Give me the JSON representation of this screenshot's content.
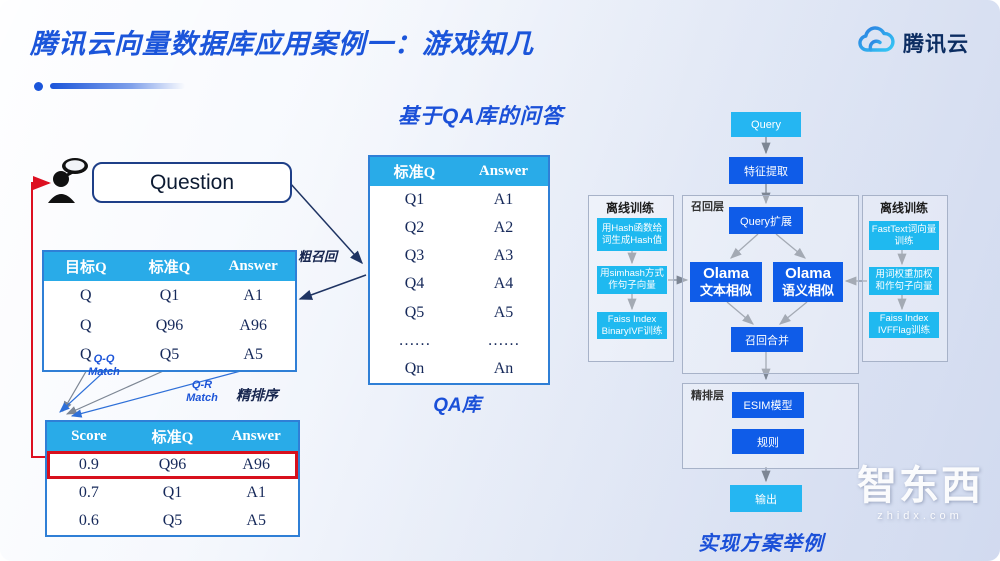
{
  "colors": {
    "accent_blue": "#1b55da",
    "table_header_cyan": "#29abe8",
    "node_blue": "#0f5ce8",
    "node_cyan": "#25b6f2",
    "highlight_red": "#d8101d"
  },
  "header": {
    "title": "腾讯云向量数据库应用案例一：游戏知几",
    "logo_text": "腾讯云"
  },
  "diagram": {
    "heading": "基于QA库的问答",
    "question_label": "Question",
    "coarse_recall_label": "粗召回",
    "qq_match_label": "Q-Q Match",
    "qr_match_label": "Q-R Match",
    "fine_rank_label": "精排序",
    "qa_caption": "QA库",
    "qa_table": {
      "headers": [
        "标准Q",
        "Answer"
      ],
      "rows": [
        [
          "Q1",
          "A1"
        ],
        [
          "Q2",
          "A2"
        ],
        [
          "Q3",
          "A3"
        ],
        [
          "Q4",
          "A4"
        ],
        [
          "Q5",
          "A5"
        ],
        [
          "……",
          "……"
        ],
        [
          "Qn",
          "An"
        ]
      ]
    },
    "target_table": {
      "headers": [
        "目标Q",
        "标准Q",
        "Answer"
      ],
      "rows": [
        [
          "Q",
          "Q1",
          "A1"
        ],
        [
          "Q",
          "Q96",
          "A96"
        ],
        [
          "Q",
          "Q5",
          "A5"
        ]
      ]
    },
    "score_table": {
      "headers": [
        "Score",
        "标准Q",
        "Answer"
      ],
      "rows": [
        [
          "0.9",
          "Q96",
          "A96"
        ],
        [
          "0.7",
          "Q1",
          "A1"
        ],
        [
          "0.6",
          "Q5",
          "A5"
        ]
      ],
      "highlighted_row": 0
    }
  },
  "flowchart": {
    "caption": "实现方案举例",
    "nodes": {
      "query": "Query",
      "feature_extract": "特征提取",
      "recall_layer": "召回层",
      "query_expand": "Query扩展",
      "olama_text_line1": "Olama",
      "olama_text_line2": "文本相似",
      "olama_semantic_line1": "Olama",
      "olama_semantic_line2": "语义相似",
      "recall_merge": "召回合并",
      "rank_layer": "精排层",
      "esim": "ESIM模型",
      "rule": "规则",
      "output": "输出"
    },
    "offline_left": {
      "title": "离线训练",
      "steps": [
        "用Hash函数给词生成Hash值",
        "用simhash方式作句子向量",
        "Faiss Index BinaryIVF训练"
      ]
    },
    "offline_right": {
      "title": "离线训练",
      "steps": [
        "FastText词向量训练",
        "用词权重加权和作句子向量",
        "Faiss Index IVFFlag训练"
      ]
    }
  },
  "watermark": {
    "brand": "智东西",
    "domain": "zhidx.com"
  }
}
